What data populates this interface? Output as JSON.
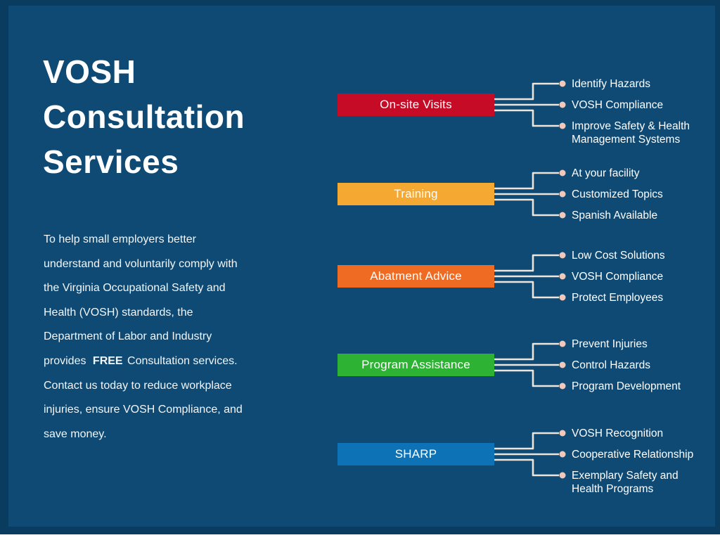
{
  "page": {
    "title_lines": [
      "VOSH",
      "Consultation",
      "Services"
    ],
    "intro_lines": [
      "To help small employers better",
      "understand and voluntarily comply with",
      "the Virginia Occupational Safety and",
      "Health (VOSH) standards, the",
      "Department of Labor and Industry",
      {
        "parts": [
          {
            "text": "provides "
          },
          {
            "text": "FREE",
            "bold": true
          },
          {
            "text": " Consultation services."
          }
        ]
      },
      "Contact us today to reduce workplace",
      "injuries, ensure VOSH Compliance, and",
      "save money."
    ]
  },
  "colors": {
    "background": "#0E4A74",
    "frame": "#0A3C5F",
    "heading_text": "#FFFFFF",
    "body_text": "#F2F6F8",
    "connector_line": "#EDE4DA",
    "bullet_dot": "#F2C9B8"
  },
  "sections": [
    {
      "label": "On-site Visits",
      "color": "#C60B26",
      "items": [
        [
          "Identify Hazards"
        ],
        [
          "VOSH Compliance"
        ],
        [
          "Improve Safety & Health",
          "Management Systems"
        ]
      ]
    },
    {
      "label": "Training",
      "color": "#F5A832",
      "items": [
        [
          "At your facility"
        ],
        [
          "Customized Topics"
        ],
        [
          "Spanish Available"
        ]
      ]
    },
    {
      "label": "Abatment Advice",
      "color": "#EF6B24",
      "items": [
        [
          "Low Cost Solutions"
        ],
        [
          "VOSH Compliance"
        ],
        [
          "Protect Employees"
        ]
      ]
    },
    {
      "label": "Program Assistance",
      "color": "#2EB234",
      "items": [
        [
          "Prevent Injuries"
        ],
        [
          "Control Hazards"
        ],
        [
          "Program Development"
        ]
      ]
    },
    {
      "label": "SHARP",
      "color": "#0E73B6",
      "items": [
        [
          "VOSH Recognition"
        ],
        [
          "Cooperative Relationship"
        ],
        [
          "Exemplary Safety and",
          "Health Programs"
        ]
      ]
    }
  ]
}
